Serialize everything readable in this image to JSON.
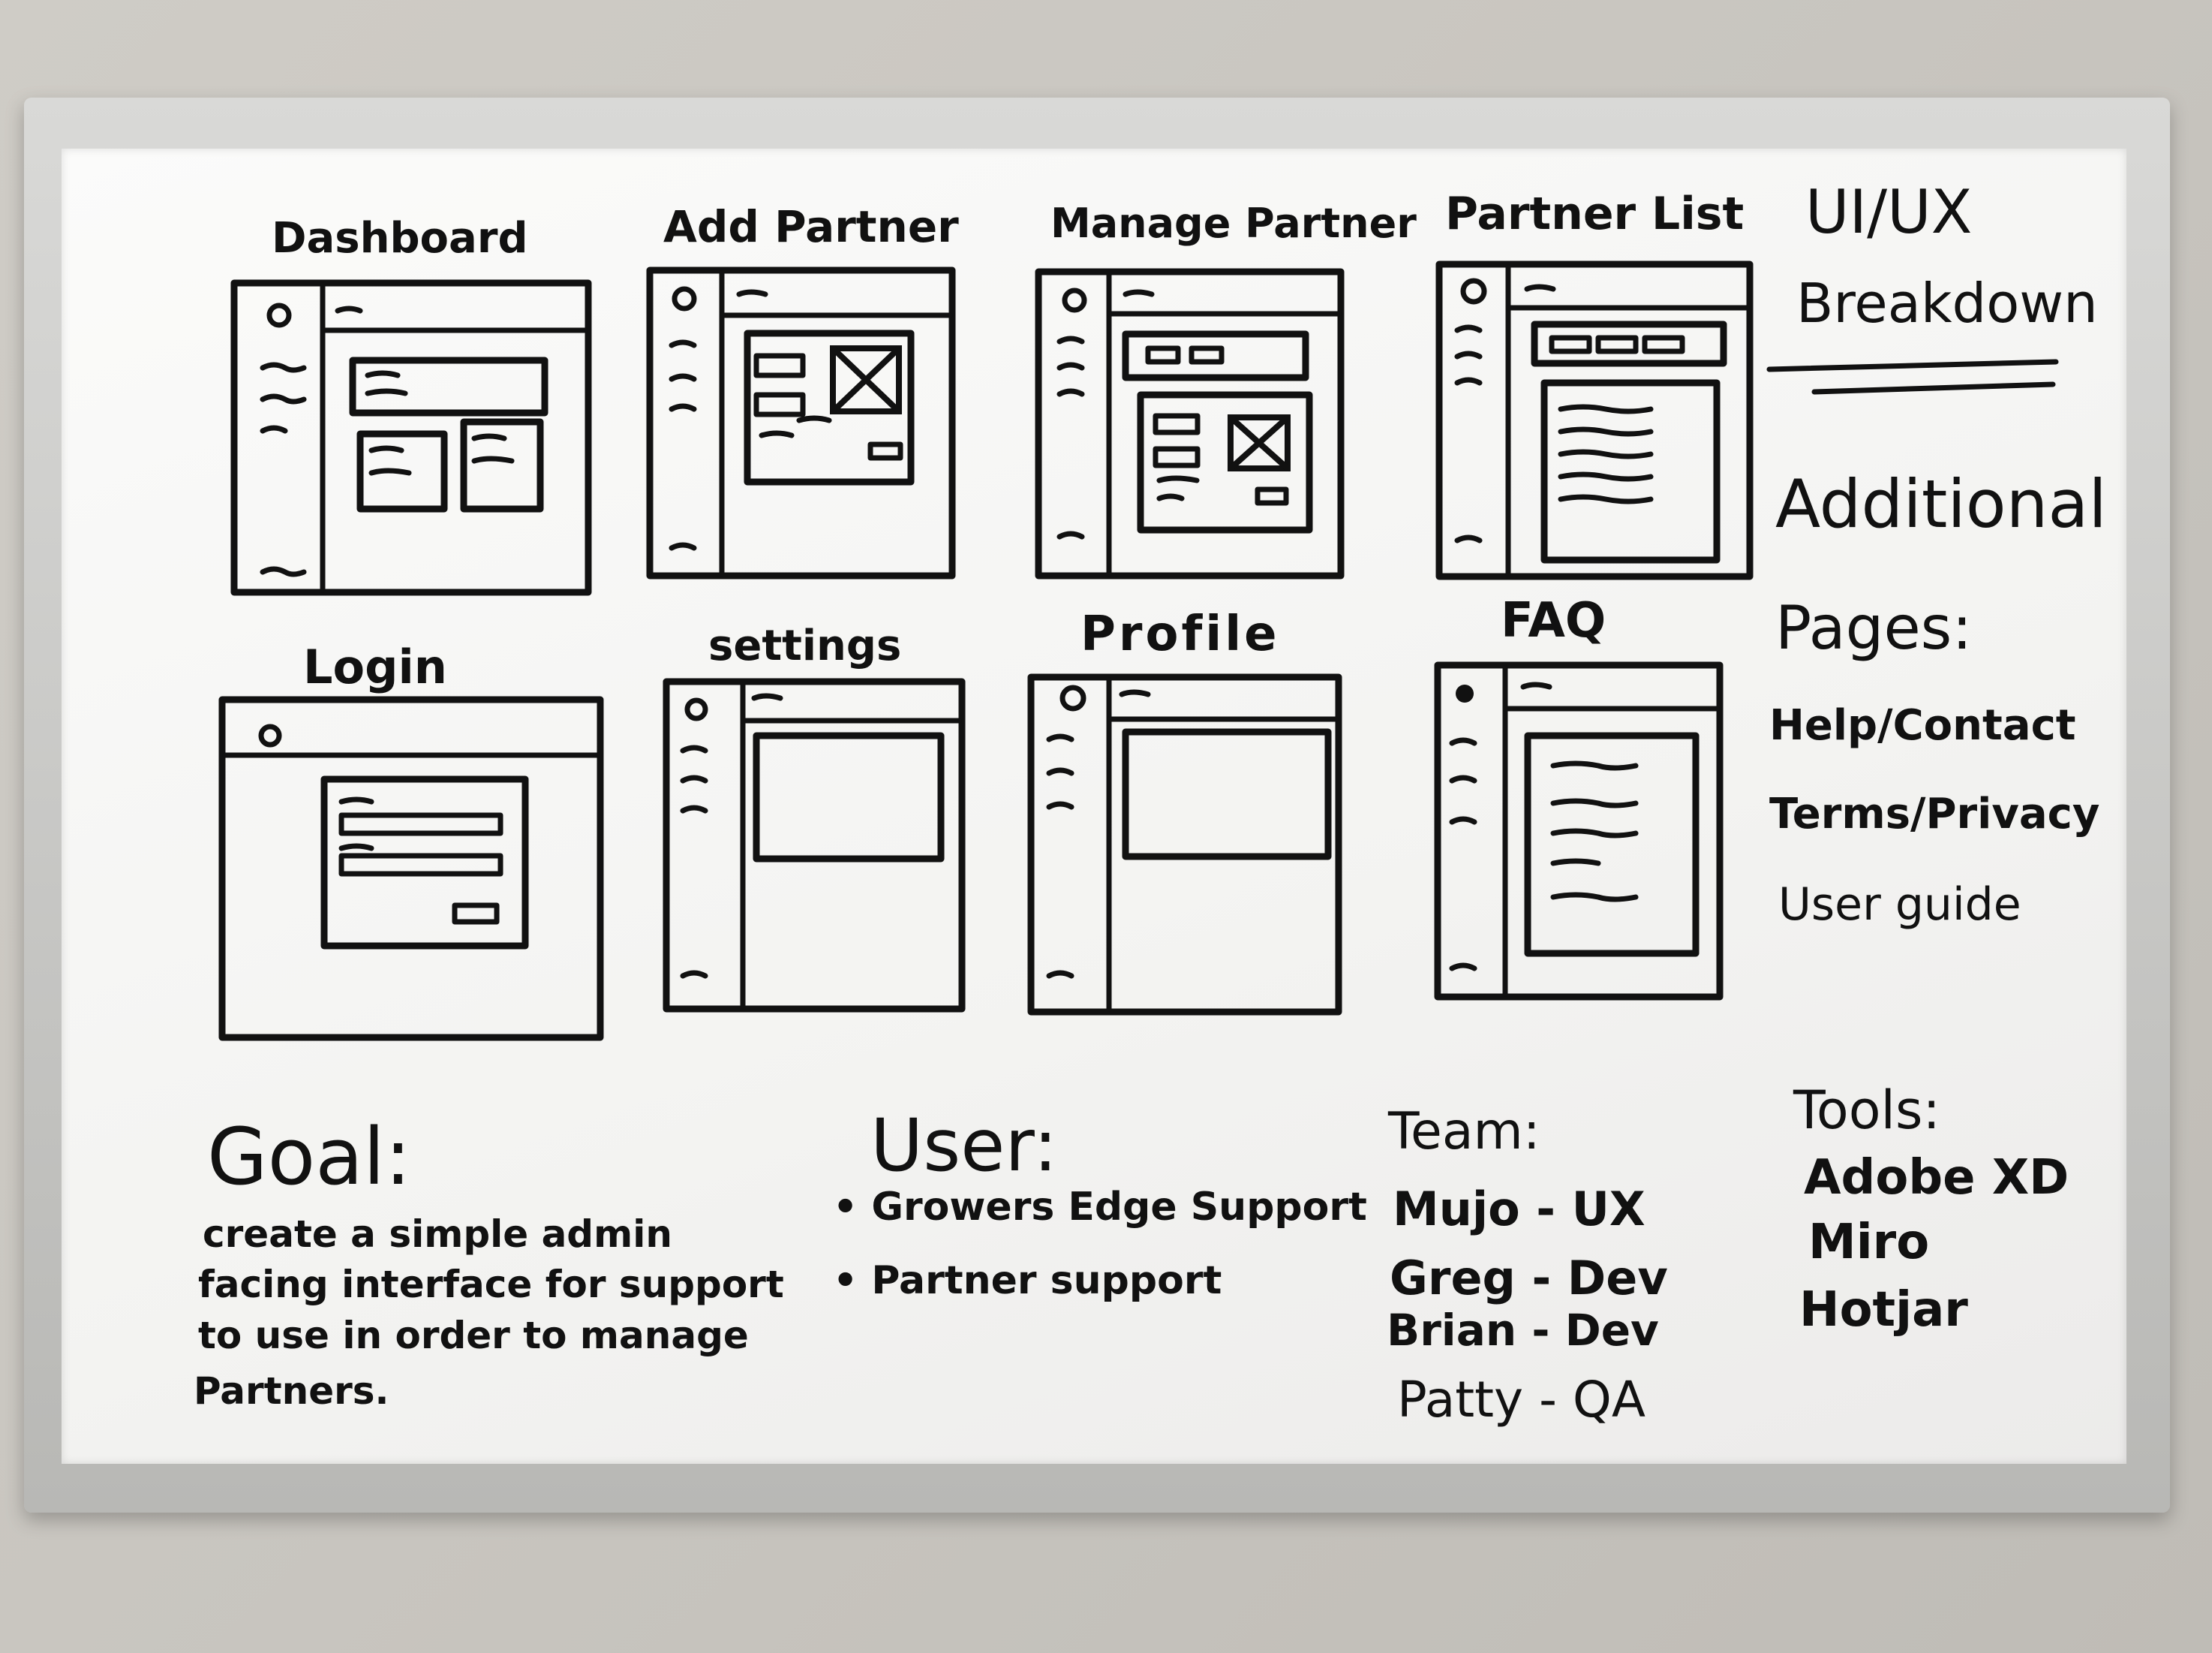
{
  "board": {
    "title_line1": "UI/UX",
    "title_line2": "Breakdown",
    "sketches": [
      {
        "label": "Dashboard"
      },
      {
        "label": "Add Partner"
      },
      {
        "label": "Manage Partner"
      },
      {
        "label": "Partner List"
      },
      {
        "label": "Login"
      },
      {
        "label": "settings"
      },
      {
        "label": "Profile"
      },
      {
        "label": "FAQ"
      }
    ],
    "additional": {
      "heading1": "Additional",
      "heading2": "Pages:",
      "items": [
        "Help/Contact",
        "Terms/Privacy",
        "User guide"
      ]
    },
    "goal": {
      "heading": "Goal:",
      "lines": [
        "create a simple admin",
        "facing interface for support",
        "to use in order to manage",
        "Partners."
      ]
    },
    "user": {
      "heading": "User:",
      "items": [
        "• Growers Edge Support",
        "• Partner support"
      ]
    },
    "team": {
      "heading": "Team:",
      "members": [
        "Mujo - UX",
        "Greg - Dev",
        "Brian - Dev",
        "Patty - QA"
      ]
    },
    "tools": {
      "heading": "Tools:",
      "items": [
        "Adobe XD",
        "Miro",
        "Hotjar"
      ]
    }
  }
}
